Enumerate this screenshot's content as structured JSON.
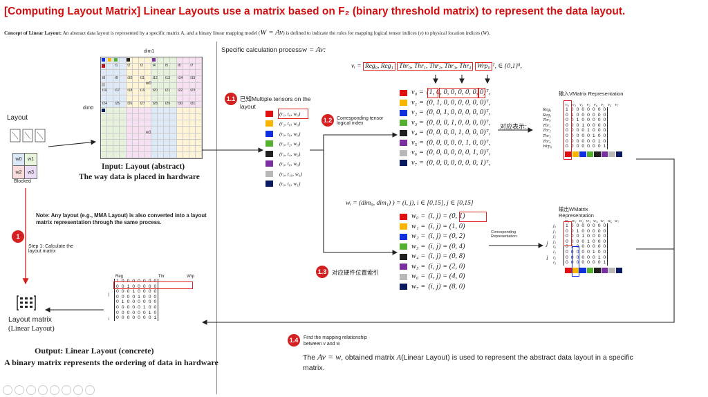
{
  "title": "[Computing Layout Matrix] Linear Layouts use a matrix based on F₂ (binary threshold matrix) to represent the data layout.",
  "concept": {
    "bold": "Concept of Linear Layout:",
    "text": "An abstract data layout is represented by a specific matrix A, and a binary linear mapping model (",
    "formula": "W = Av",
    "text2": ") is defined to indicate the rules for mapping logical tensor indices (",
    "v": "v",
    "text3": ") to physical location indices (",
    "w": "W",
    "text4": ")."
  },
  "left": {
    "layout_label": "Layout",
    "blocked_label": "Blocked",
    "warps": [
      "w0",
      "w1",
      "w2",
      "w3"
    ],
    "dim0": "dim0",
    "dim1": "dim1",
    "grid_w0": "w0",
    "grid_w1": "w1",
    "input_title": "Input: Layout (abstract)",
    "input_sub": "The way data is placed in hardware",
    "note": "Note: Any layout (e.g., MMA Layout) is also converted into a layout matrix representation through the same process.",
    "step1_num": "1",
    "step1": "Step 1: Calculate the layout matrix",
    "layout_matrix": "Layout matrix",
    "linear_layout": "(Linear Layout)",
    "output_title": "Output: Linear Layout (concrete)",
    "output_sub": "A binary matrix represents the ordering of data in hardware",
    "thread_labels": [
      "t0",
      "t1",
      "t2",
      "t3",
      "t4",
      "t5",
      "t6",
      "t7",
      "t8",
      "t9",
      "t10",
      "t11",
      "t12",
      "t13",
      "t14",
      "t15",
      "t16",
      "t17",
      "t18",
      "t19",
      "t20",
      "t21",
      "t22",
      "t23",
      "t24",
      "t25",
      "t26",
      "t27",
      "t28",
      "t29",
      "t30",
      "t31"
    ],
    "out_matrix": {
      "headers": [
        "Reg",
        "Thr",
        "Wrp"
      ],
      "row_groups": [
        "j",
        "i"
      ],
      "rows": [
        [
          1,
          0,
          0,
          0,
          0,
          0,
          0,
          0
        ],
        [
          0,
          0,
          1,
          0,
          0,
          0,
          0,
          0
        ],
        [
          0,
          0,
          0,
          1,
          0,
          0,
          0,
          0
        ],
        [
          0,
          0,
          0,
          0,
          1,
          0,
          0,
          0
        ],
        [
          0,
          1,
          0,
          0,
          0,
          0,
          0,
          0
        ],
        [
          0,
          0,
          0,
          0,
          0,
          1,
          0,
          0
        ],
        [
          0,
          0,
          0,
          0,
          0,
          0,
          1,
          0
        ],
        [
          0,
          0,
          0,
          0,
          0,
          0,
          0,
          1
        ]
      ]
    }
  },
  "right": {
    "spec": "Specific calculation process",
    "spec_formula": "w = Av:",
    "vi_formula_pre": "vᵢ =",
    "vi_reg": "Reg₀, Reg₁",
    "vi_thr": "Thr₀, Thr₁, Thr₂, Thr₃, Thr₄",
    "vi_wrp": "Wrp₀",
    "vi_post": "ᵀ, ∈ {0,1}⁸,",
    "step11_num": "1.1",
    "step11": "已知Multiple tensors on the layout",
    "tensors": [
      "(r₁, t₀, w₀)",
      "(r₂, t₀, w₀)",
      "(r₀, t₀, w₀)",
      "(r₀, t₂, w₀)",
      "(r₀, t₄, w₀)",
      "(r₀, t₈, w₀)",
      "(r₀, t₁₆, w₀)",
      "(r₀, t₀, w₁)"
    ],
    "step12_num": "1.2",
    "step12": "Corresponding tensor logical index",
    "v_rows": [
      {
        "name": "v₀",
        "vec": "(1, 0, 0, 0, 0, 0, 0, 0)ᵀ,"
      },
      {
        "name": "v₁",
        "vec": "(0, 1, 0, 0, 0, 0, 0, 0)ᵀ,"
      },
      {
        "name": "v₂",
        "vec": "(0, 0, 1, 0, 0, 0, 0, 0)ᵀ,"
      },
      {
        "name": "v₃",
        "vec": "(0, 0, 0, 1, 0, 0, 0, 0)ᵀ,"
      },
      {
        "name": "v₄",
        "vec": "(0, 0, 0, 0, 1, 0, 0, 0)ᵀ,"
      },
      {
        "name": "v₅",
        "vec": "(0, 0, 0, 0, 0, 1, 0, 0)ᵀ,"
      },
      {
        "name": "v₆",
        "vec": "(0, 0, 0, 0, 0, 0, 1, 0)ᵀ,"
      },
      {
        "name": "v₇",
        "vec": "(0, 0, 0, 0, 0, 0, 0, 1)ᵀ,"
      }
    ],
    "corresponds": "对应表示:",
    "input_v_title": "输入VMatrix Representation",
    "v_cols": [
      "v₀",
      "v₁",
      "v₂",
      "v₃",
      "v₄",
      "v₅",
      "v₆",
      "v₇"
    ],
    "v_row_labels": [
      "Reg₀",
      "Reg₁",
      "Thr₀",
      "Thr₁",
      "Thr₂",
      "Thr₃",
      "Thr₄",
      "Wrp₀"
    ],
    "wi_formula": "wᵢ = (dim₀, dim₁) ) = (i, j), i ∈ [0,15], j ∈ [0,15]",
    "w_rows": [
      {
        "name": "w₀",
        "val": "(i, j) = (0, 1)"
      },
      {
        "name": "w₁",
        "val": "(i, j) = (1, 0)"
      },
      {
        "name": "w₂",
        "val": "(i, j) = (0, 2)"
      },
      {
        "name": "w₃",
        "val": "(i, j) = (0, 4)"
      },
      {
        "name": "w₄",
        "val": "(i, j) = (0, 8)"
      },
      {
        "name": "w₅",
        "val": "(i, j) = (2, 0)"
      },
      {
        "name": "w₆",
        "val": "(i, j) = (4, 0)"
      },
      {
        "name": "w₇",
        "val": "(i, j) = (8, 0)"
      }
    ],
    "step13_num": "1.3",
    "step13": "对应硬件位置索引",
    "output_w_title": "输出WMatrix Representation",
    "corresponding_rep": "Corresponding Representation:",
    "w_cols": [
      "w₀",
      "w₁",
      "w₂",
      "w₃",
      "w₄",
      "w₅",
      "w₆",
      "w₇"
    ],
    "w_row_labels": [
      "j₀",
      "j₁",
      "j₂",
      "j₃",
      "i₀",
      "i₁",
      "i₂",
      "i₃"
    ],
    "w_groups": [
      "j",
      "i"
    ],
    "w_matrix": [
      [
        1,
        0,
        0,
        0,
        0,
        0,
        0,
        0
      ],
      [
        0,
        0,
        1,
        0,
        0,
        0,
        0,
        0
      ],
      [
        0,
        0,
        0,
        1,
        0,
        0,
        0,
        0
      ],
      [
        0,
        0,
        0,
        0,
        1,
        0,
        0,
        0
      ],
      [
        0,
        1,
        0,
        0,
        0,
        0,
        0,
        0
      ],
      [
        0,
        0,
        0,
        0,
        0,
        1,
        0,
        0
      ],
      [
        0,
        0,
        0,
        0,
        0,
        0,
        1,
        0
      ],
      [
        0,
        0,
        0,
        0,
        0,
        0,
        0,
        1
      ]
    ],
    "step14_num": "1.4",
    "step14": "Find the mapping relationship between v and w",
    "final_pre": "The",
    "final_formula": "Av = w",
    "final_mid": ", obtained matrix",
    "final_A": "A",
    "final_post": "(Linear Layout) is used to represent the abstract data layout in a specific matrix."
  },
  "colors": [
    "#e01010",
    "#f7b500",
    "#1030e0",
    "#55b030",
    "#202020",
    "#7a30a0",
    "#b8b8b8",
    "#0a1a60"
  ]
}
